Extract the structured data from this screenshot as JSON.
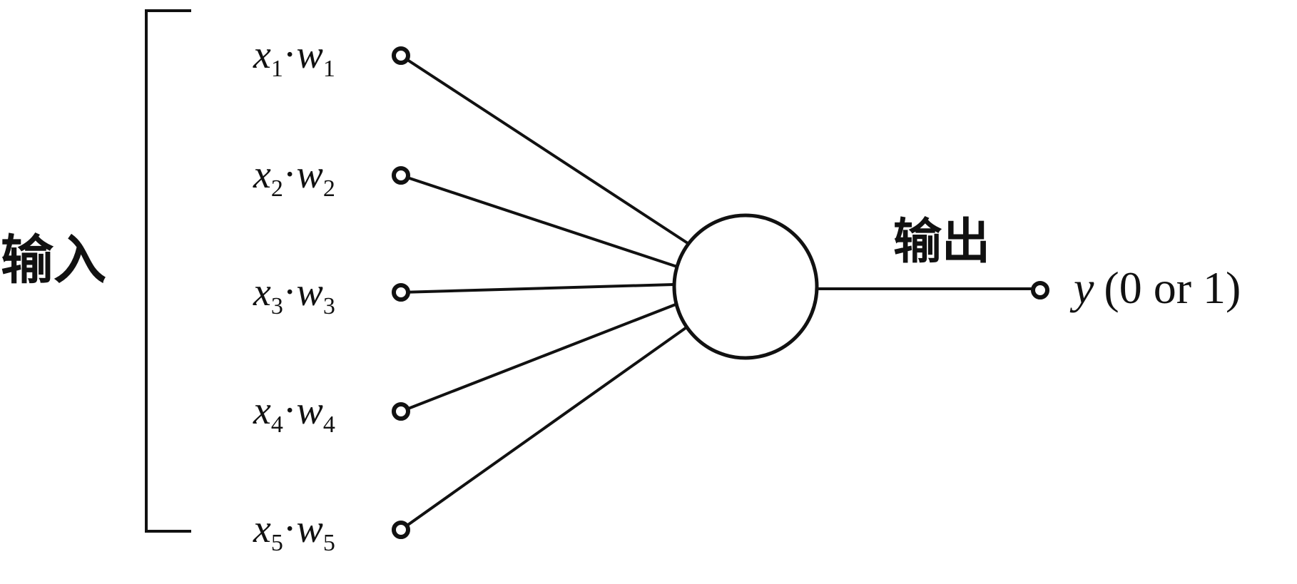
{
  "labels": {
    "input": "输入",
    "output": "输出",
    "output_symbol": "y",
    "output_range": "(0 or 1)"
  },
  "inputs": [
    {
      "x": "x",
      "x_sub": "1",
      "dot": "·",
      "w": "w",
      "w_sub": "1"
    },
    {
      "x": "x",
      "x_sub": "2",
      "dot": "·",
      "w": "w",
      "w_sub": "2"
    },
    {
      "x": "x",
      "x_sub": "3",
      "dot": "·",
      "w": "w",
      "w_sub": "3"
    },
    {
      "x": "x",
      "x_sub": "4",
      "dot": "·",
      "w": "w",
      "w_sub": "4"
    },
    {
      "x": "x",
      "x_sub": "5",
      "dot": "·",
      "w": "w",
      "w_sub": "5"
    }
  ],
  "colors": {
    "ink": "#111111",
    "background": "#ffffff"
  }
}
